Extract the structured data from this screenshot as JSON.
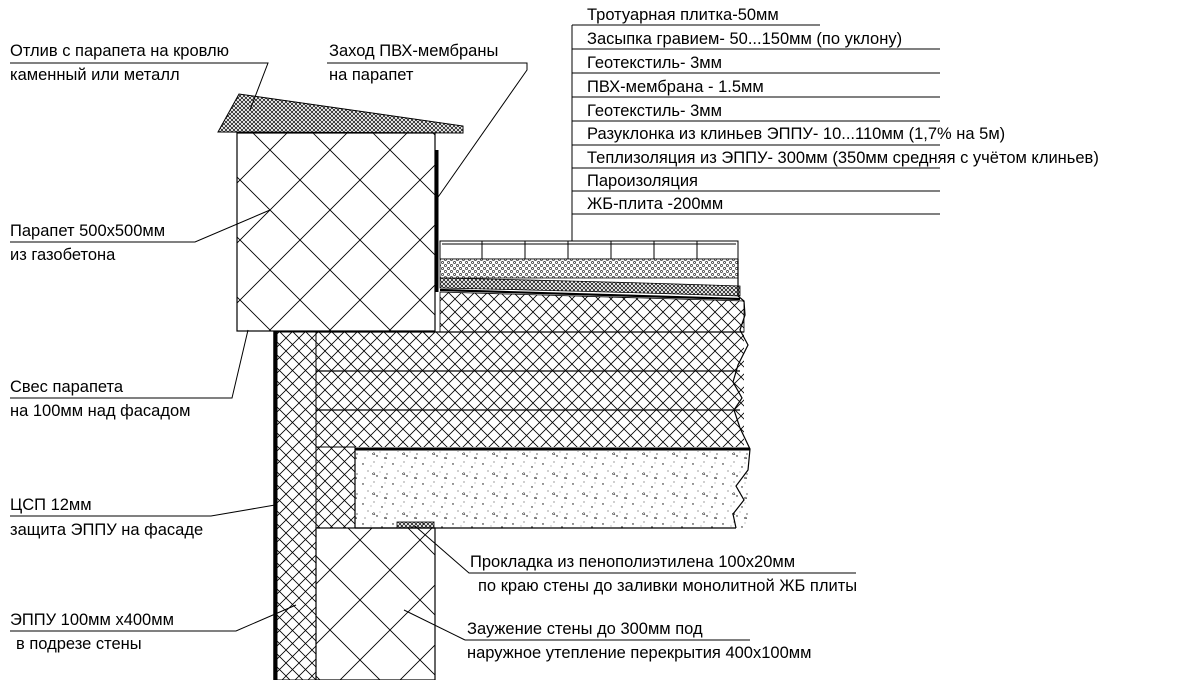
{
  "layers": [
    "Тротуарная плитка-50мм",
    "Засыпка гравием- 50...150мм (по уклону)",
    "Геотекстиль-  3мм",
    "ПВХ-мембрана - 1.5мм",
    "Геотекстиль-   3мм",
    "Разуклонка из клиньев ЭППУ- 10...110мм (1,7% на 5м)",
    "Теплизоляция из ЭППУ- 300мм (350мм средняя с учётом клиньев)",
    "Пароизоляция",
    "ЖБ-плита -200мм"
  ],
  "callouts": {
    "drip": [
      "Отлив с парапета на кровлю",
      "каменный или металл"
    ],
    "membrane": [
      "Заход ПВХ-мембраны",
      "на парапет"
    ],
    "parapet": [
      "Парапет 500х500мм",
      "из газобетона"
    ],
    "overhang": [
      "Свес парапета",
      "на 100мм над фасадом"
    ],
    "csp": [
      "ЦСП 12мм",
      "защита ЭППУ на фасаде"
    ],
    "gasket": [
      "Прокладка из пенополиэтилена 100х20мм",
      "по краю стены до заливки монолитной ЖБ плиты"
    ],
    "eppu": [
      "ЭППУ 100мм х400мм",
      "в подрезе стены"
    ],
    "narrowing": [
      "Заужение стены до 300мм под",
      "наружное утепление перекрытия 400х100мм"
    ]
  },
  "colors": {
    "line": "#000000",
    "background": "#ffffff"
  }
}
